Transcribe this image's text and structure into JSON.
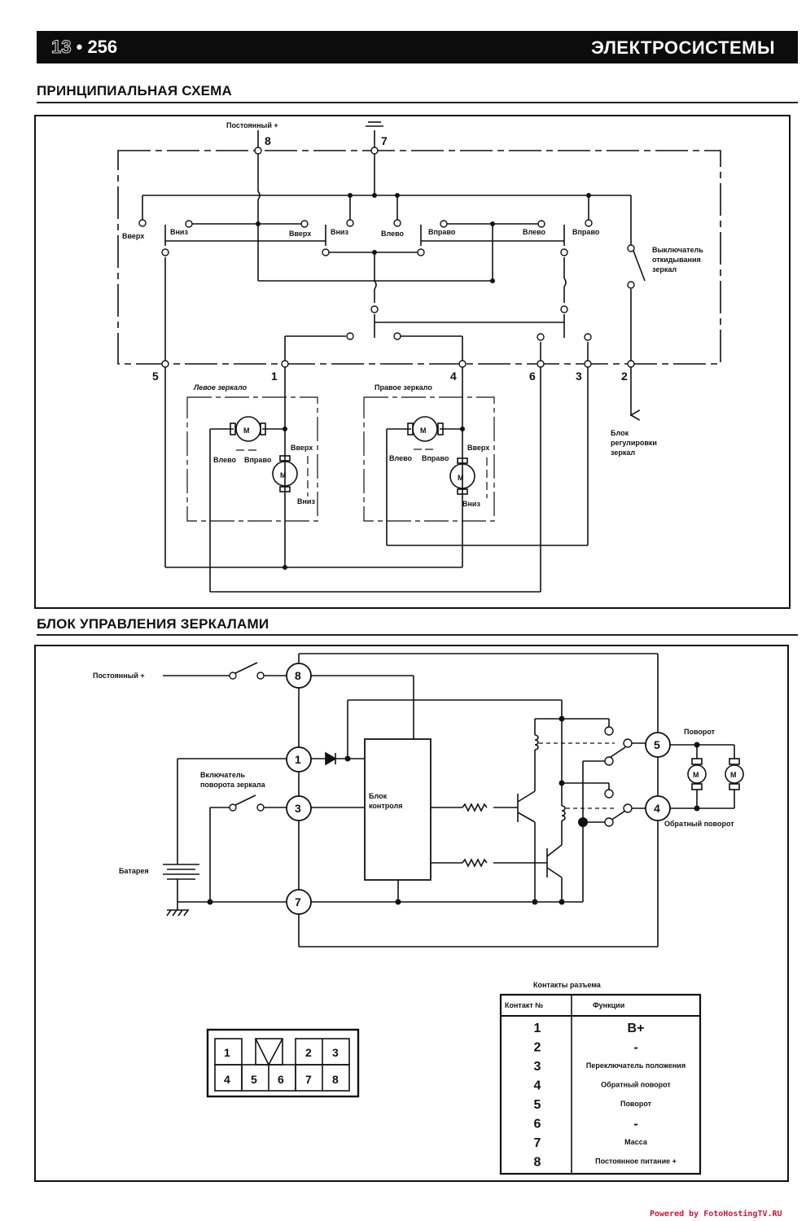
{
  "header": {
    "chapter": "13",
    "page_number": "256",
    "section": "ЭЛЕКТРОСИСТЕМЫ"
  },
  "schematic": {
    "title": "ПРИНЦИПИАЛЬНАЯ СХЕМА",
    "supply_label": "Постоянный +",
    "pins_top": [
      "8",
      "7"
    ],
    "pins_bottom": [
      "5",
      "1",
      "4",
      "6",
      "3",
      "2"
    ],
    "switch_labels": [
      "Вверх",
      "Вниз",
      "Вверх",
      "Вниз",
      "Влево",
      "Вправо",
      "Влево",
      "Вправо"
    ],
    "fold_switch_label": [
      "Выключатель",
      "откидывания",
      "зеркал"
    ],
    "left_mirror_label": "Левое зеркало",
    "right_mirror_label": "Правое зеркало",
    "motor_symbol": "M",
    "mirror_dir_labels": {
      "left": "Влево",
      "right": "Вправо",
      "up": "Вверх",
      "down": "Вниз"
    },
    "adjust_unit_label": [
      "Блок",
      "регулировки",
      "зеркал"
    ]
  },
  "control_unit": {
    "title": "БЛОК УПРАВЛЕНИЯ ЗЕРКАЛАМИ",
    "supply_label": "Постоянный +",
    "mirror_switch_label": [
      "Включатель",
      "поворота зеркала"
    ],
    "battery_label": "Батарея",
    "control_block_label": [
      "Блок",
      "контроля"
    ],
    "pins": [
      "8",
      "1",
      "3",
      "7",
      "5",
      "4"
    ],
    "turn_label": "Поворот",
    "reverse_turn_label": "Обратный поворот",
    "motor_symbol": "M"
  },
  "connector": {
    "top_row": [
      "1",
      "2",
      "3"
    ],
    "bottom_row": [
      "4",
      "5",
      "6",
      "7",
      "8"
    ]
  },
  "contacts_table": {
    "caption": "Контакты разъема",
    "headers": [
      "Контакт №",
      "Функции"
    ],
    "rows": [
      {
        "contact": "1",
        "function": "B+"
      },
      {
        "contact": "2",
        "function": "-"
      },
      {
        "contact": "3",
        "function": "Переключатель положения"
      },
      {
        "contact": "4",
        "function": "Обратный поворот"
      },
      {
        "contact": "5",
        "function": "Поворот"
      },
      {
        "contact": "6",
        "function": "-"
      },
      {
        "contact": "7",
        "function": "Масса"
      },
      {
        "contact": "8",
        "function": "Постоянное питание +"
      }
    ]
  },
  "watermark": "Powered by FotoHostingTV.RU"
}
